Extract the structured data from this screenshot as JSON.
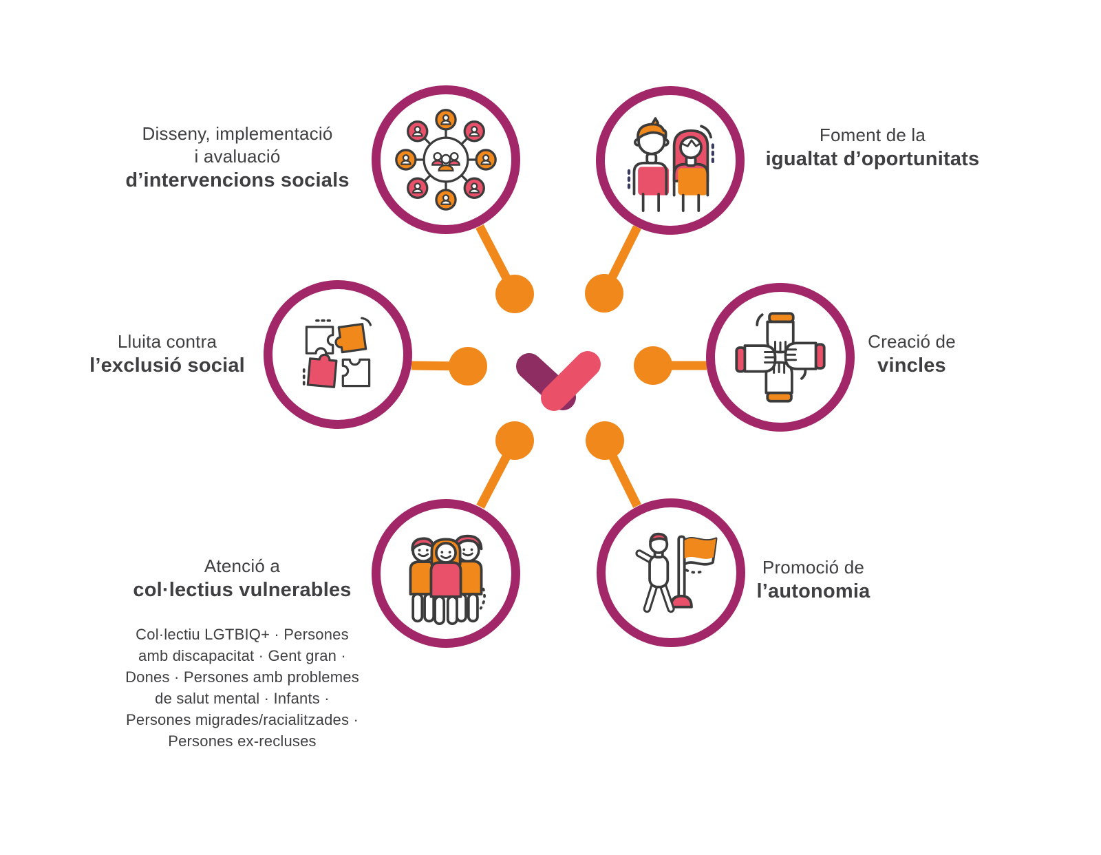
{
  "background": "#ffffff",
  "colors": {
    "ring": "#a12768",
    "orange": "#f0881c",
    "pink": "#e9506a",
    "logo_purple": "#8d2d62",
    "logo_pink": "#ea5168",
    "icon_outline": "#3b3b3b",
    "text": "#3f3e40",
    "navy_accent": "#3a3a5e"
  },
  "center": {
    "logo": "heart-check-logo"
  },
  "nodes": {
    "interventions": {
      "icon": "network-people-icon",
      "line1": "Disseny, implementació",
      "line2": "i avaluació",
      "line3": "d’intervencions socials"
    },
    "opportunities": {
      "icon": "man-woman-icon",
      "line1": "Foment de la",
      "line2": "igualtat d’oportunitats"
    },
    "exclusion": {
      "icon": "puzzle-pieces-icon",
      "line1": "Lluita contra",
      "line2": "l’exclusió social"
    },
    "bonds": {
      "icon": "four-hands-icon",
      "line1": "Creació de",
      "line2": "vincles"
    },
    "vulnerable": {
      "icon": "three-people-icon",
      "line1": "Atenció a",
      "line2": "col·lectius vulnerables",
      "list": [
        "Col·lectiu LGTBIQ+ · Persones",
        "amb discapacitat · Gent gran ·",
        "Dones · Persones amb problemes",
        "de salut mental · Infants ·",
        "Persones migrades/racialitzades ·",
        "Persones ex-recluses"
      ]
    },
    "autonomy": {
      "icon": "person-flag-icon",
      "line1": "Promoció de",
      "line2": "l’autonomia"
    }
  }
}
